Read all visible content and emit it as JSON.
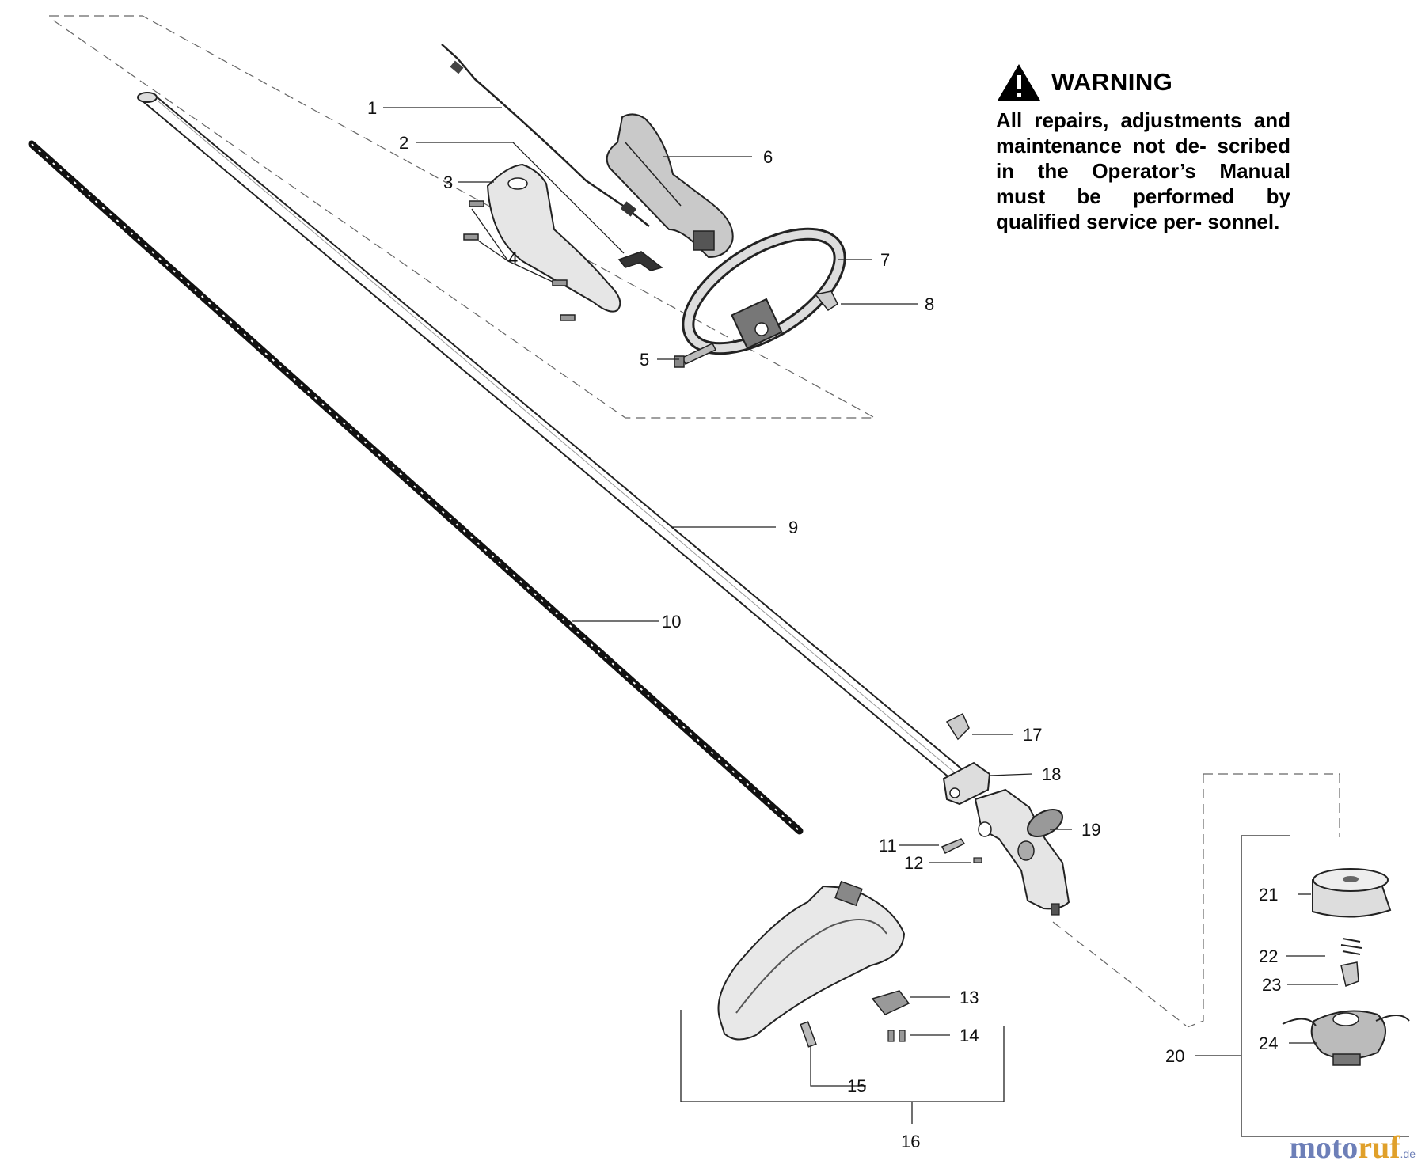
{
  "warning": {
    "icon": "warning-triangle-icon",
    "title": "WARNING",
    "body": "All repairs, adjustments and maintenance not de- scribed in the Operator’s Manual must be performed by qualified service per- sonnel."
  },
  "callouts": [
    "1",
    "2",
    "3",
    "4",
    "5",
    "6",
    "7",
    "8",
    "9",
    "10",
    "11",
    "12",
    "13",
    "14",
    "15",
    "16",
    "17",
    "18",
    "19",
    "20",
    "21",
    "22",
    "23",
    "24"
  ],
  "watermark": {
    "part1": "moto",
    "part2": "ruf",
    "tld": ".de"
  },
  "colors": {
    "line": "#222222",
    "watermark_blue": "#6d7fb8",
    "watermark_orange": "#e0a02a"
  }
}
